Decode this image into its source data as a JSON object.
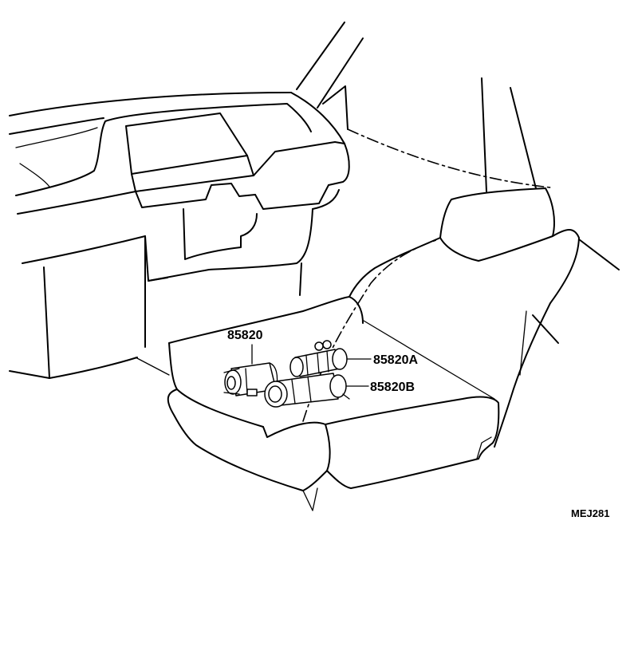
{
  "labels": {
    "part_main": "85820",
    "part_a": "85820A",
    "part_b": "85820B",
    "drawing_code": "MEJ281"
  }
}
